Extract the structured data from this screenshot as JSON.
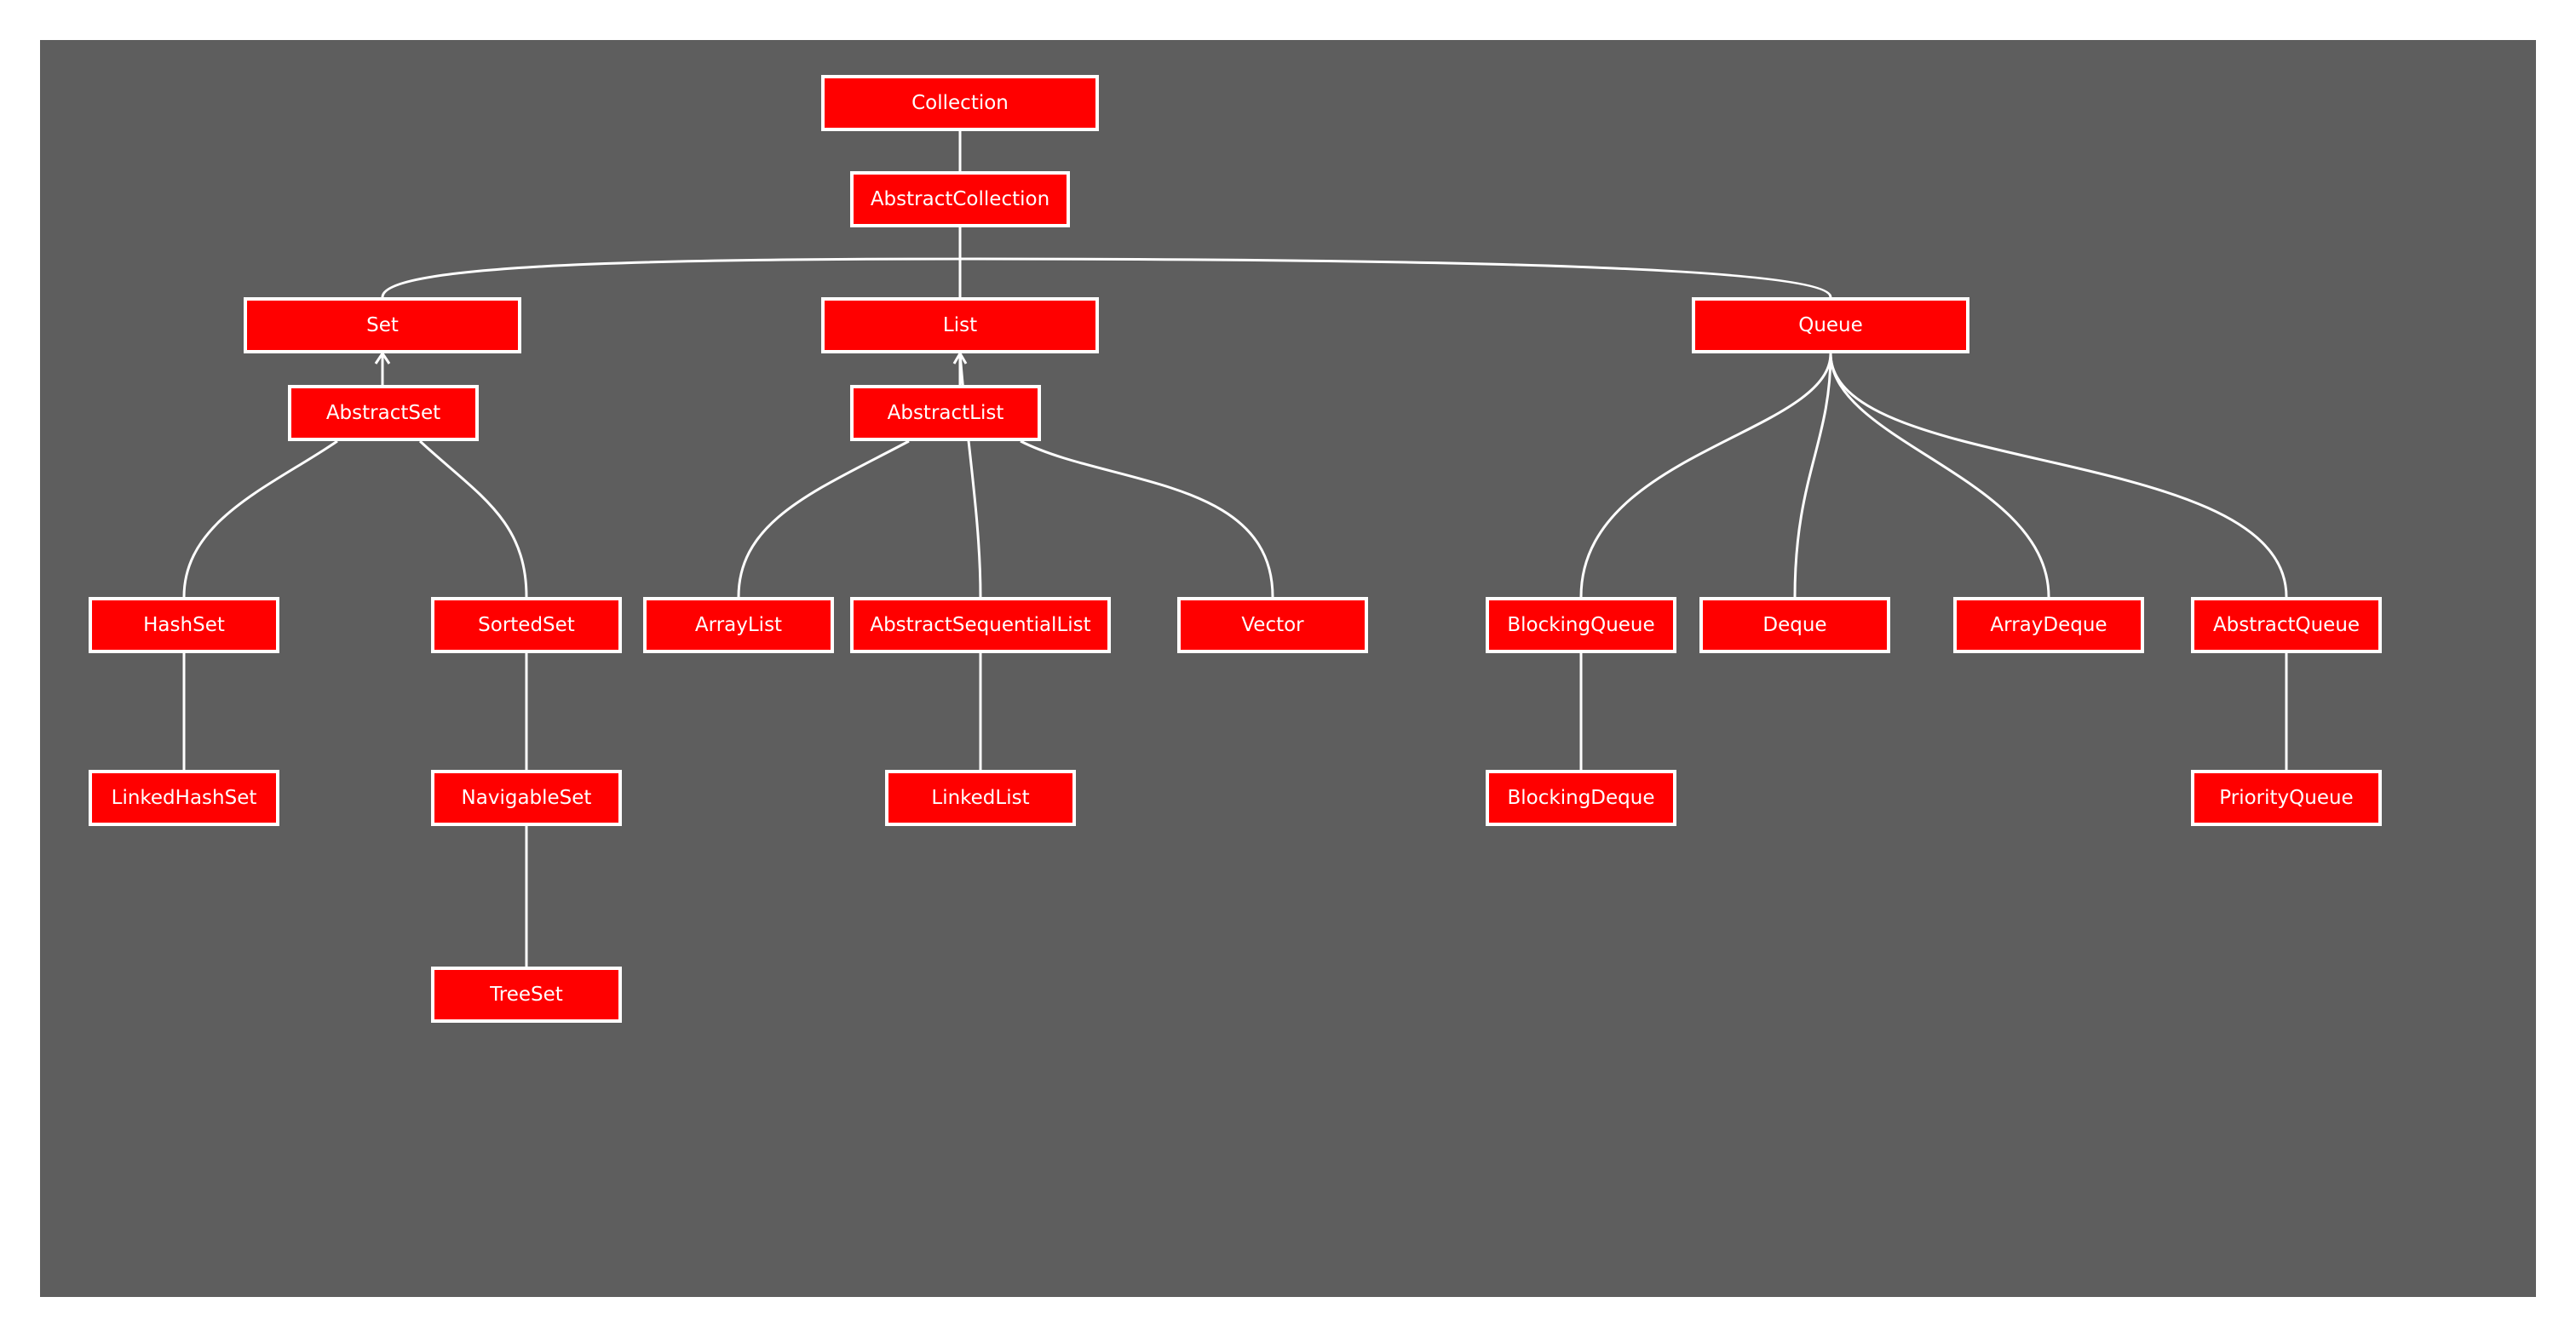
{
  "diagram": {
    "colors": {
      "background": "#5e5e5e",
      "node_fill": "#ff0000",
      "node_border": "#ffffff",
      "edge": "#ffffff",
      "text": "#ffffff"
    },
    "nodes": {
      "collection": "Collection",
      "abstract_collection": "AbstractCollection",
      "set": "Set",
      "list": "List",
      "queue": "Queue",
      "abstract_set": "AbstractSet",
      "abstract_list": "AbstractList",
      "hash_set": "HashSet",
      "sorted_set": "SortedSet",
      "array_list": "ArrayList",
      "abstract_sequential_list": "AbstractSequentialList",
      "vector": "Vector",
      "blocking_queue": "BlockingQueue",
      "deque": "Deque",
      "array_deque": "ArrayDeque",
      "abstract_queue": "AbstractQueue",
      "linked_hash_set": "LinkedHashSet",
      "navigable_set": "NavigableSet",
      "linked_list": "LinkedList",
      "blocking_deque": "BlockingDeque",
      "priority_queue": "PriorityQueue",
      "tree_set": "TreeSet"
    },
    "edges": [
      [
        "collection",
        "abstract_collection"
      ],
      [
        "abstract_collection",
        "set"
      ],
      [
        "abstract_collection",
        "list"
      ],
      [
        "abstract_collection",
        "queue"
      ],
      [
        "set",
        "abstract_set"
      ],
      [
        "list",
        "abstract_list"
      ],
      [
        "list",
        "abstract_sequential_list"
      ],
      [
        "abstract_set",
        "hash_set"
      ],
      [
        "abstract_set",
        "sorted_set"
      ],
      [
        "abstract_list",
        "array_list"
      ],
      [
        "abstract_list",
        "vector"
      ],
      [
        "hash_set",
        "linked_hash_set"
      ],
      [
        "sorted_set",
        "navigable_set"
      ],
      [
        "navigable_set",
        "tree_set"
      ],
      [
        "abstract_sequential_list",
        "linked_list"
      ],
      [
        "queue",
        "blocking_queue"
      ],
      [
        "queue",
        "deque"
      ],
      [
        "queue",
        "array_deque"
      ],
      [
        "queue",
        "abstract_queue"
      ],
      [
        "blocking_queue",
        "blocking_deque"
      ],
      [
        "abstract_queue",
        "priority_queue"
      ]
    ]
  }
}
